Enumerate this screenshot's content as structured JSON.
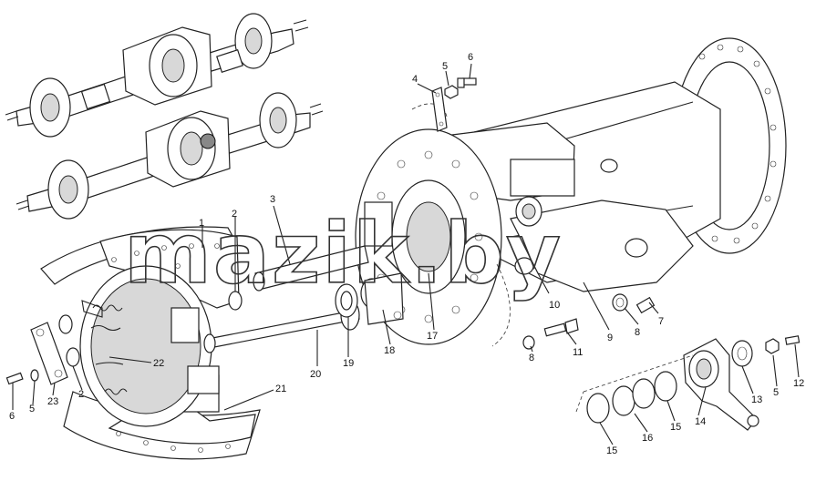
{
  "watermark": "mazik.by",
  "callouts": [
    {
      "id": "c1",
      "text": "1"
    },
    {
      "id": "c2a",
      "text": "2"
    },
    {
      "id": "c2b",
      "text": "2"
    },
    {
      "id": "c3",
      "text": "3"
    },
    {
      "id": "c4",
      "text": "4"
    },
    {
      "id": "c5a",
      "text": "5"
    },
    {
      "id": "c5b",
      "text": "5"
    },
    {
      "id": "c5c",
      "text": "5"
    },
    {
      "id": "c6a",
      "text": "6"
    },
    {
      "id": "c6b",
      "text": "6"
    },
    {
      "id": "c7",
      "text": "7"
    },
    {
      "id": "c8a",
      "text": "8"
    },
    {
      "id": "c8b",
      "text": "8"
    },
    {
      "id": "c9",
      "text": "9"
    },
    {
      "id": "c10",
      "text": "10"
    },
    {
      "id": "c11",
      "text": "11"
    },
    {
      "id": "c12",
      "text": "12"
    },
    {
      "id": "c13",
      "text": "13"
    },
    {
      "id": "c14",
      "text": "14"
    },
    {
      "id": "c15a",
      "text": "15"
    },
    {
      "id": "c15b",
      "text": "15"
    },
    {
      "id": "c16",
      "text": "16"
    },
    {
      "id": "c17",
      "text": "17"
    },
    {
      "id": "c18",
      "text": "18"
    },
    {
      "id": "c19",
      "text": "19"
    },
    {
      "id": "c20",
      "text": "20"
    },
    {
      "id": "c21",
      "text": "21"
    },
    {
      "id": "c22",
      "text": "22"
    },
    {
      "id": "c23",
      "text": "23"
    }
  ]
}
